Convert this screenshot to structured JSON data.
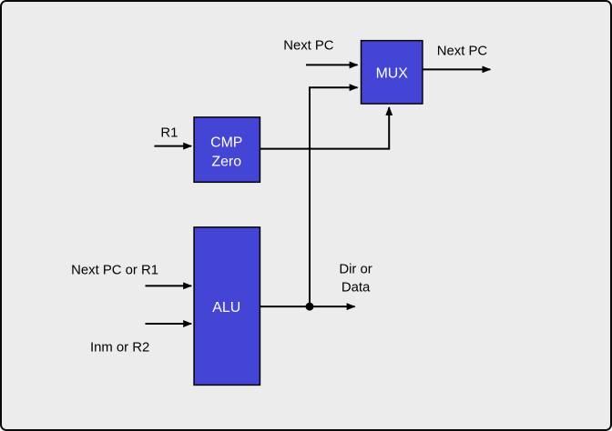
{
  "diagram": {
    "blocks": {
      "mux": {
        "label": "MUX"
      },
      "cmp": {
        "line1": "CMP",
        "line2": "Zero"
      },
      "alu": {
        "label": "ALU"
      }
    },
    "labels": {
      "next_pc_in": "Next PC",
      "next_pc_out": "Next PC",
      "r1": "R1",
      "alu_in1": "Next PC or R1",
      "alu_in2": "Inm or R2",
      "dir_or_data_line1": "Dir or",
      "dir_or_data_line2": "Data"
    },
    "colors": {
      "background": "#ececec",
      "block_fill": "#4444d5",
      "block_text": "#ffffff",
      "wire": "#000000"
    }
  }
}
